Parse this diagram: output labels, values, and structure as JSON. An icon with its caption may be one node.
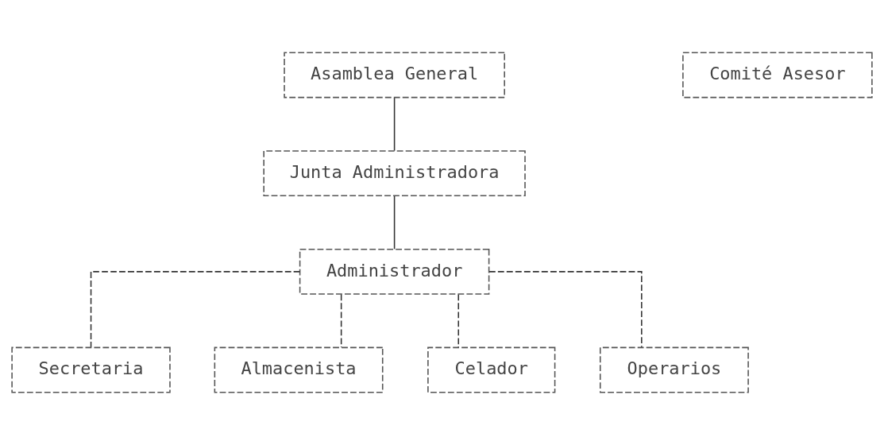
{
  "diagram": {
    "nodes": [
      {
        "text": [
          "Asamblea General"
        ]
      },
      {
        "text": [
          "Comité Asesor"
        ]
      },
      {
        "text": [
          "Junta Administradora"
        ]
      },
      {
        "text": [
          "Administrador"
        ]
      },
      {
        "text": [
          "Secretaria"
        ]
      },
      {
        "text": [
          "Almacenista"
        ]
      },
      {
        "text": [
          "Celador"
        ]
      },
      {
        "text": [
          "Operarios"
        ]
      }
    ],
    "edges": [
      {
        "from": 0,
        "to": 2,
        "arrow": "none"
      },
      {
        "from": 2,
        "to": 3,
        "arrow": "none"
      },
      {
        "from": 3,
        "to": 4,
        "arrow": "none",
        "style": "dashed"
      },
      {
        "from": 3,
        "to": 5,
        "arrow": "none",
        "style": "dashed"
      },
      {
        "from": 3,
        "to": 6,
        "arrow": "none",
        "style": "dashed"
      },
      {
        "from": 3,
        "to": 7,
        "arrow": "none",
        "style": "dashed"
      }
    ]
  }
}
